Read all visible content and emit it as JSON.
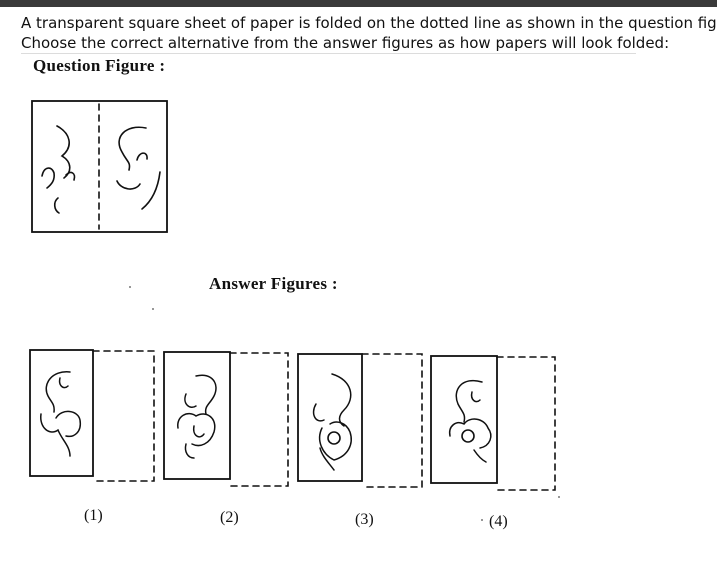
{
  "question": {
    "line1": "A transparent square sheet of paper is folded on the dotted line as shown in the question figure.",
    "line2": "Choose the correct alternative from the answer figures as how papers will look folded:"
  },
  "question_figure": {
    "heading": "Question Figure :"
  },
  "answer_figures": {
    "heading": "Answer Figures :",
    "options": [
      {
        "label": "(1)"
      },
      {
        "label": "(2)"
      },
      {
        "label": "(3)"
      },
      {
        "label": "(4)"
      }
    ]
  }
}
